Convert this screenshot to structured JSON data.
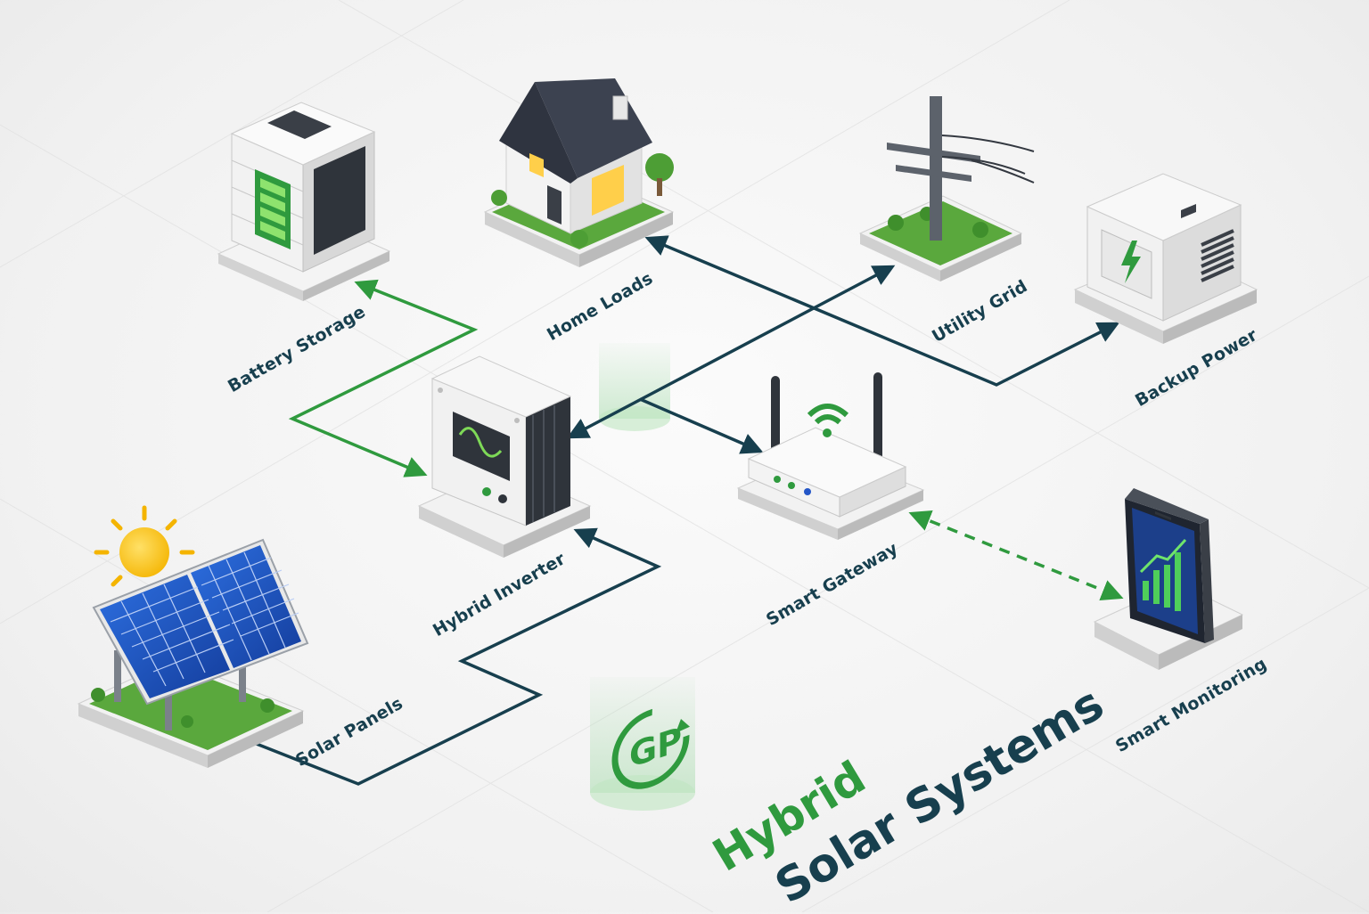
{
  "title": {
    "line1": "Hybrid",
    "line2": "Solar Systems"
  },
  "brand": {
    "monogram": "GP",
    "accent_color": "#2f9a3e"
  },
  "colors": {
    "flow_dark": "#173f4e",
    "flow_green": "#2f9a3e",
    "label": "#173f4e"
  },
  "components": [
    {
      "id": "battery",
      "label": "Battery Storage",
      "icon": "battery-icon"
    },
    {
      "id": "home",
      "label": "Home Loads",
      "icon": "house-icon"
    },
    {
      "id": "grid",
      "label": "Utility Grid",
      "icon": "power-pole-icon"
    },
    {
      "id": "backup",
      "label": "Backup Power",
      "icon": "generator-icon"
    },
    {
      "id": "inverter",
      "label": "Hybrid Inverter",
      "icon": "inverter-icon"
    },
    {
      "id": "gateway",
      "label": "Smart Gateway",
      "icon": "router-icon"
    },
    {
      "id": "solar",
      "label": "Solar Panels",
      "icon": "solar-panel-icon"
    },
    {
      "id": "monitoring",
      "label": "Smart Monitoring",
      "icon": "smartphone-icon"
    }
  ],
  "connections": [
    {
      "from": "Battery Storage",
      "to": "Hybrid Inverter",
      "style": "solid-green",
      "direction": "both"
    },
    {
      "from": "Solar Panels",
      "to": "Hybrid Inverter",
      "style": "solid-dark",
      "direction": "to-inverter"
    },
    {
      "from": "Hybrid Inverter",
      "to": "Utility Grid",
      "style": "solid-dark",
      "direction": "both"
    },
    {
      "from": "Home Loads",
      "to": "Backup Power",
      "style": "solid-dark",
      "direction": "both"
    },
    {
      "from": "Hybrid Inverter",
      "to": "Smart Gateway",
      "style": "solid-dark",
      "direction": "to-gateway"
    },
    {
      "from": "Smart Gateway",
      "to": "Smart Monitoring",
      "style": "dashed-green",
      "direction": "both"
    }
  ]
}
